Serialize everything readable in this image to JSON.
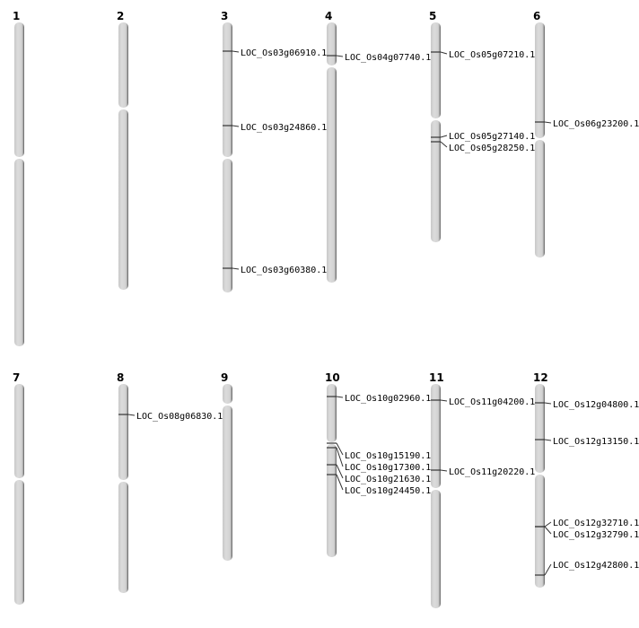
{
  "title": "Rice chromosome gene location map",
  "chromosomes": [
    {
      "name": "1",
      "markers": []
    },
    {
      "name": "2",
      "markers": []
    },
    {
      "name": "3",
      "markers": [
        "LOC_Os03g06910.1",
        "LOC_Os03g24860.1",
        "LOC_Os03g60380.1"
      ]
    },
    {
      "name": "4",
      "markers": [
        "LOC_Os04g07740.1"
      ]
    },
    {
      "name": "5",
      "markers": [
        "LOC_Os05g07210.1",
        "LOC_Os05g27140.1",
        "LOC_Os05g28250.1"
      ]
    },
    {
      "name": "6",
      "markers": [
        "LOC_Os06g23200.1"
      ]
    },
    {
      "name": "7",
      "markers": []
    },
    {
      "name": "8",
      "markers": [
        "LOC_Os08g06830.1"
      ]
    },
    {
      "name": "9",
      "markers": []
    },
    {
      "name": "10",
      "markers": [
        "LOC_Os10g02960.1",
        "LOC_Os10g15190.1",
        "LOC_Os10g17300.1",
        "LOC_Os10g21630.1",
        "LOC_Os10g24450.1"
      ]
    },
    {
      "name": "11",
      "markers": [
        "LOC_Os11g04200.1",
        "LOC_Os11g20220.1"
      ]
    },
    {
      "name": "12",
      "markers": [
        "LOC_Os12g04800.1",
        "LOC_Os12g13150.1",
        "LOC_Os12g32710.1",
        "LOC_Os12g32790.1",
        "LOC_Os12g42800.1"
      ]
    }
  ]
}
